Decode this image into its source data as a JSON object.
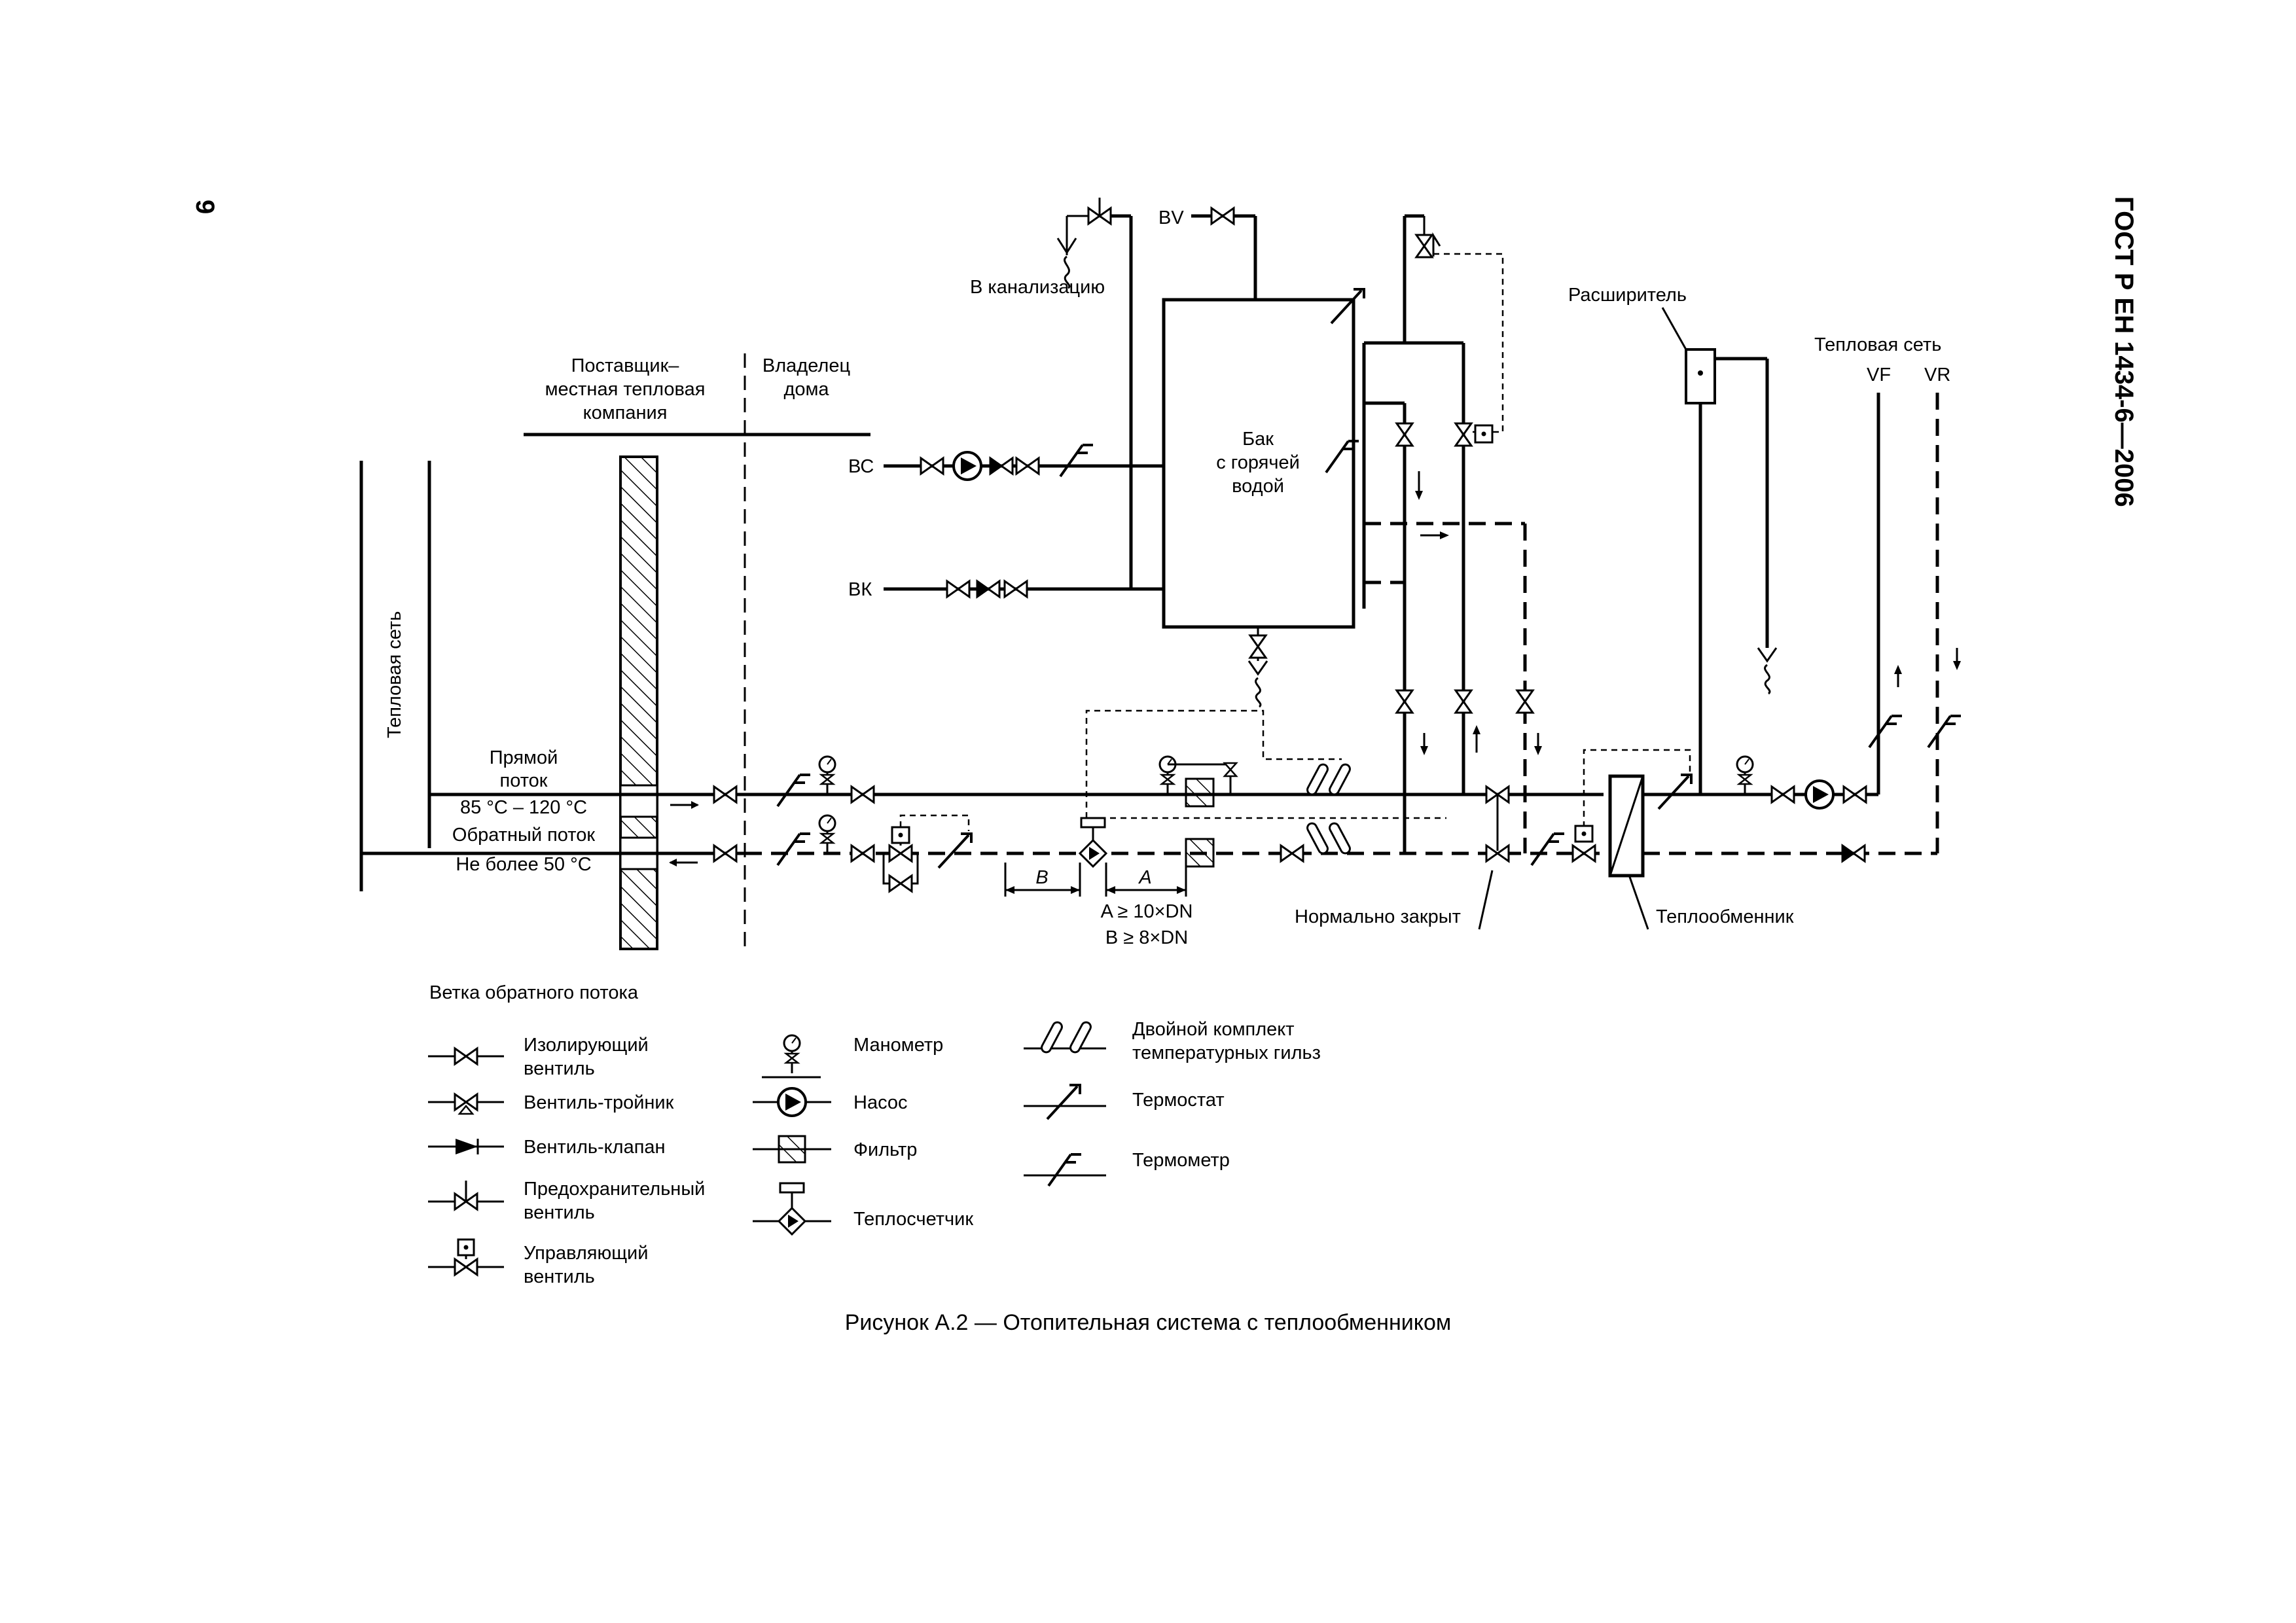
{
  "page": {
    "number": "9",
    "standard": "ГОСТ Р ЕН 1434-6—2006"
  },
  "caption": "Рисунок А.2 — Отопительная система с теплообменником",
  "labels": {
    "supplier_line1": "Поставщик–",
    "supplier_line2": "местная тепловая",
    "supplier_line3": "компания",
    "owner_line1": "Владелец",
    "owner_line2": "дома",
    "heat_network_vertical": "Тепловая сеть",
    "direct_flow_line1": "Прямой",
    "direct_flow_line2": "поток",
    "direct_temp": "85 °С – 120 °С",
    "return_flow": "Обратный поток",
    "return_temp": "Не более 50 °С",
    "sewer": "В канализацию",
    "bv": "BV",
    "bc": "ВС",
    "bk": "ВК",
    "tank_line1": "Бак",
    "tank_line2": "с горячей",
    "tank_line3": "водой",
    "expander": "Расширитель",
    "heat_network": "Тепловая сеть",
    "vf": "VF",
    "vr": "VR",
    "dim_b": "B",
    "dim_a": "A",
    "dim_cond_a": "A ≥ 10×DN",
    "dim_cond_b": "B ≥ 8×DN",
    "normally_closed": "Нормально закрыт",
    "heat_exchanger": "Теплообменник"
  },
  "legend": {
    "title": "Ветка обратного потока",
    "isolating_valve_1": "Изолирующий",
    "isolating_valve_2": "вентиль",
    "tee_valve": "Вентиль-тройник",
    "check_valve": "Вентиль-клапан",
    "safety_valve_1": "Предохранительный",
    "safety_valve_2": "вентиль",
    "control_valve_1": "Управляющий",
    "control_valve_2": "вентиль",
    "manometer": "Манометр",
    "pump": "Насос",
    "filter": "Фильтр",
    "heat_meter": "Теплосчетчик",
    "double_pockets_1": "Двойной комплект",
    "double_pockets_2": "температурных гильз",
    "thermostat": "Термостат",
    "thermometer": "Термометр"
  }
}
